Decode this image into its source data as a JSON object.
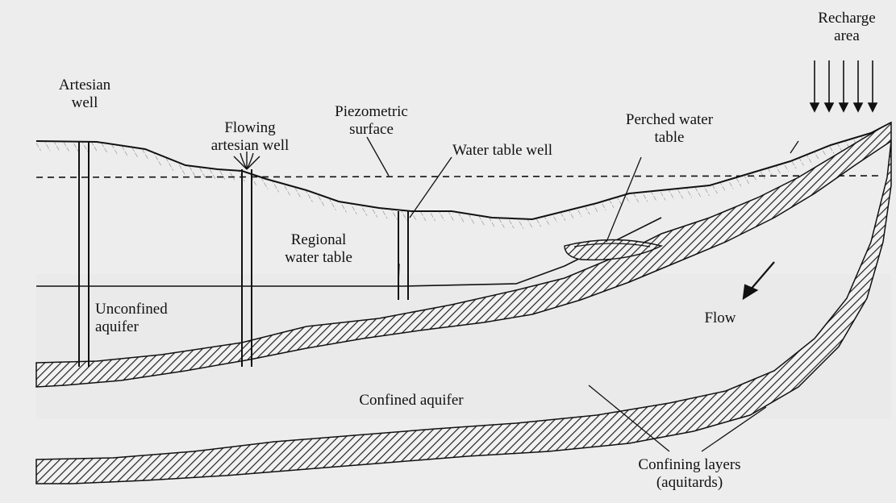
{
  "labels": {
    "recharge_line1": "Recharge",
    "recharge_line2": "area",
    "artesian_line1": "Artesian",
    "artesian_line2": "well",
    "flowing_line1": "Flowing",
    "flowing_line2": "artesian well",
    "piezo_line1": "Piezometric",
    "piezo_line2": "surface",
    "perched_line1": "Perched water",
    "perched_line2": "table",
    "water_table_well": "Water table well",
    "regional_line1": "Regional",
    "regional_line2": "water table",
    "unconfined_line1": "Unconfined",
    "unconfined_line2": "aquifer",
    "flow": "Flow",
    "confined": "Confined aquifer",
    "confining_line1": "Confining layers",
    "confining_line2": "(aquitards)"
  },
  "colors": {
    "ink": "#111111",
    "paper": "#eeeeee",
    "aquifer_fill": "#e2e2e2"
  }
}
